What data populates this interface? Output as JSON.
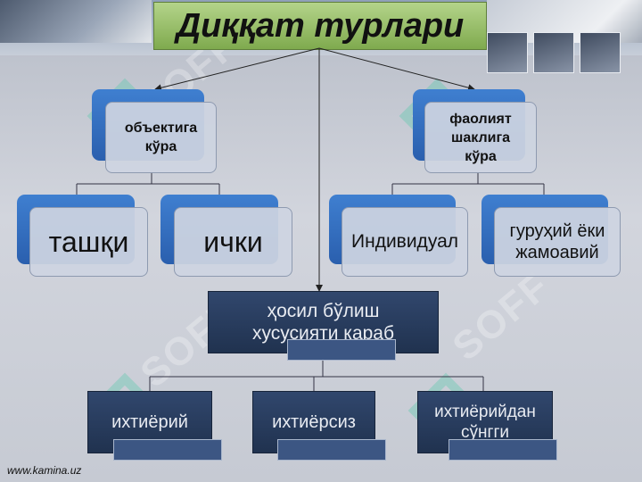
{
  "title": "Диққат турлари",
  "left_branch": {
    "label": "объектига кўра",
    "children": [
      "ташқи",
      "ички"
    ]
  },
  "right_branch": {
    "label": "фаолият шаклига кўра",
    "children": [
      "Индивидуал",
      "гуруҳий ёки жамоавий"
    ]
  },
  "center_node": {
    "label": "ҳосил бўлиш хусусияти караб",
    "children": [
      "ихтиёрий",
      "ихтиёрсиз",
      "ихтиёрийдан сўнгги"
    ]
  },
  "footer": "www.kamina.uz",
  "watermark": "SOFF",
  "colors": {
    "title_bg": "#9cc26a",
    "node_blue": "#3a78cc",
    "node_dark": "#2a3d5f"
  }
}
